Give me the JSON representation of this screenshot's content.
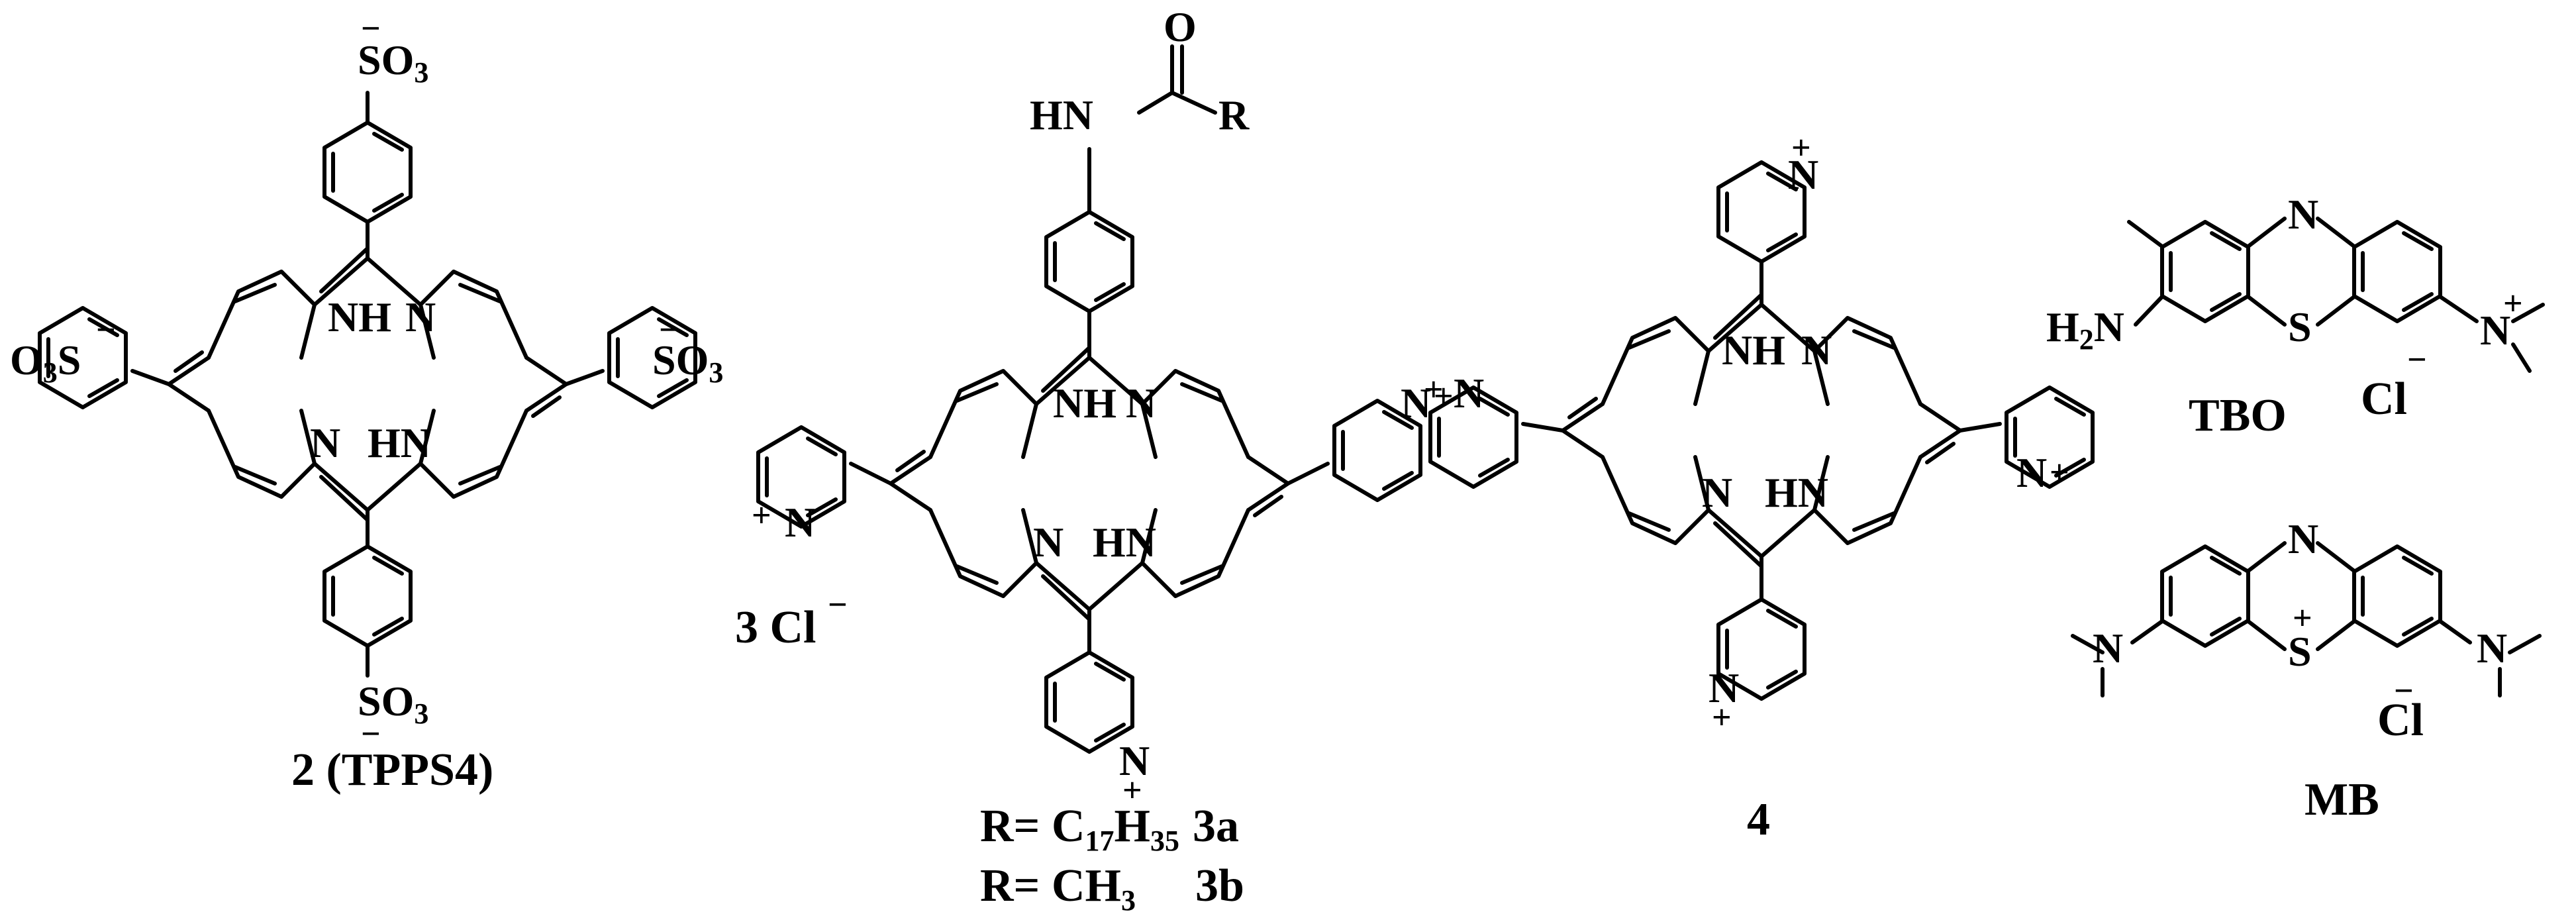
{
  "compounds": {
    "tpps4": {
      "label": "2 (TPPS4)",
      "nh": "NH",
      "n": "N",
      "hn": "HN",
      "sulfo_s": "S",
      "sulfo_o": "O",
      "sulfo_3": "3",
      "sulfo_left_s": "S",
      "sulfo_left_o": "O",
      "sulfo_left_3": "3",
      "charge_minus": "−"
    },
    "c3": {
      "label_a_r": "R= C",
      "label_a_17": "17",
      "label_a_h": "H",
      "label_a_35": "35",
      "label_a_id": "3a",
      "label_b_r": "R= CH",
      "label_b_3": "3",
      "label_b_id": "3b",
      "counterion": "3 Cl",
      "amide_hn": "HN",
      "amide_o": "O",
      "amide_r": "R",
      "nh": "NH",
      "n": "N",
      "hn": "HN",
      "pyr_n": "N",
      "plus": "+",
      "minus": "−"
    },
    "c4": {
      "label": "4",
      "nh": "NH",
      "n": "N",
      "hn": "HN",
      "pyr_n": "N",
      "plus": "+"
    },
    "tbo": {
      "label": "TBO",
      "n": "N",
      "s": "S",
      "h2n_h": "H",
      "h2n_2": "2",
      "h2n_n": "N",
      "nplus": "N",
      "plus": "+",
      "minus": "−",
      "cl": "Cl"
    },
    "mb": {
      "label": "MB",
      "n": "N",
      "s": "S",
      "plus": "+",
      "nl": "N",
      "nr": "N",
      "minus": "−",
      "cl": "Cl"
    }
  }
}
